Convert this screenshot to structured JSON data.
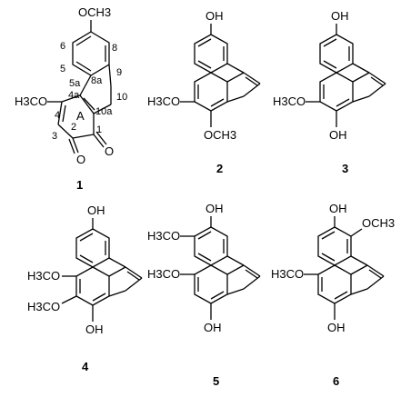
{
  "compounds": [
    {
      "id": "1",
      "substituents": {
        "top": "OCH3",
        "left": "H3CO",
        "oxo_a": "O",
        "oxo_b": "O"
      },
      "locants": {
        "c1": "1",
        "c2": "2",
        "c3": "3",
        "c4": "4",
        "c4a": "4a",
        "c5": "5",
        "c5a": "5a",
        "c6": "6",
        "c8": "8",
        "c8a": "8a",
        "c9": "9",
        "c10": "10",
        "c10a": "10a"
      },
      "ring_label": "A"
    },
    {
      "id": "2",
      "substituents": {
        "top": "OH",
        "left": "H3CO",
        "bottom": "OCH3"
      }
    },
    {
      "id": "3",
      "substituents": {
        "top": "OH",
        "left": "H3CO",
        "bottom": "OH"
      }
    },
    {
      "id": "4",
      "substituents": {
        "top": "OH",
        "left_upper": "H3CO",
        "left_lower": "H3CO",
        "bottom": "OH"
      }
    },
    {
      "id": "5",
      "substituents": {
        "top": "OH",
        "left_upper": "H3CO",
        "left_lower": "H3CO",
        "bottom": "OH"
      }
    },
    {
      "id": "6",
      "substituents": {
        "top": "OH",
        "top_right": "OCH3",
        "left": "H3CO",
        "bottom": "OH"
      }
    }
  ]
}
